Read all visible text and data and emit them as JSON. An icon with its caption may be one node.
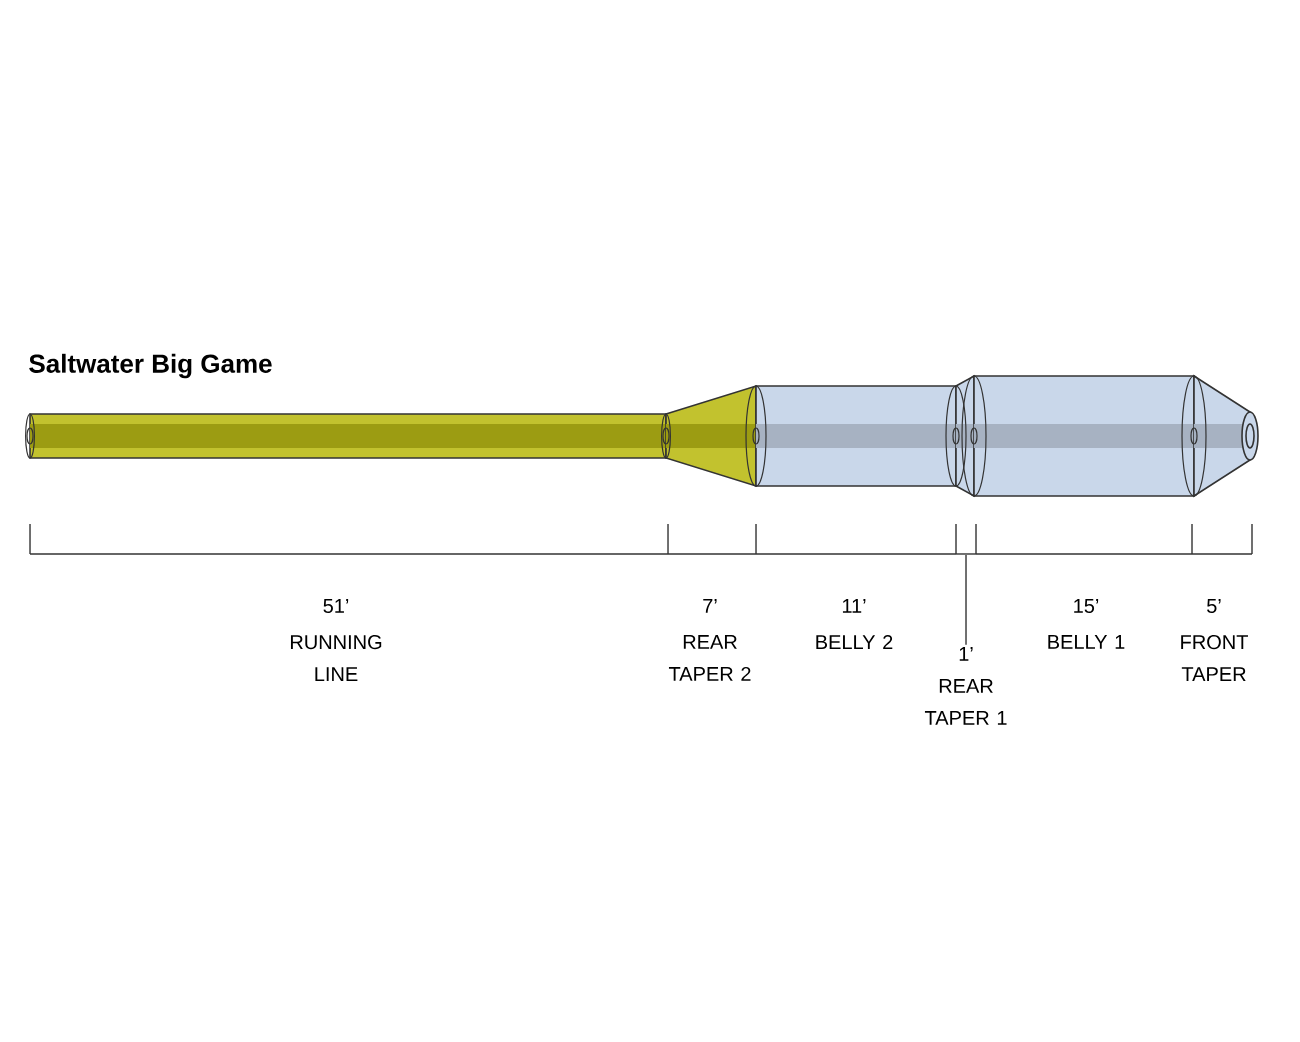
{
  "diagram": {
    "title": "Saltwater Big Game",
    "nodes": [
      {
        "text": [
          "1’",
          "REAR TAPER 1"
        ]
      },
      {
        "text": [],
        "shape": "bar"
      }
    ],
    "edges": [
      {
        "from": 0,
        "to": 1,
        "arrow": "none"
      }
    ],
    "labels": [
      "51’",
      "RUNNING LINE",
      "7’",
      "REAR TAPER 2",
      "11’",
      "BELLY 2",
      "15’",
      "BELLY 1",
      "5’",
      "FRONT TAPER"
    ]
  }
}
